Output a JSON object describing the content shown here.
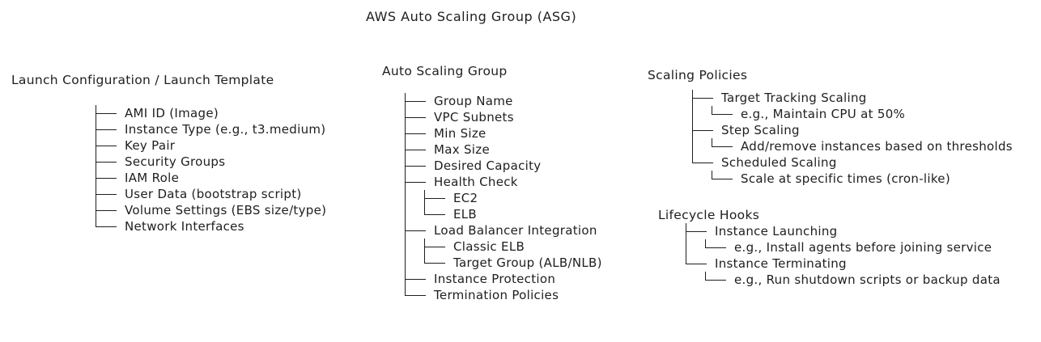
{
  "title": "AWS Auto Scaling Group (ASG)",
  "colors": {
    "ink": "#1e1e1e",
    "background": "#ffffff"
  },
  "columns": [
    {
      "heading": "Launch Configuration / Launch Template",
      "items": [
        {
          "label": "AMI ID (Image)"
        },
        {
          "label": "Instance Type (e.g., t3.medium)"
        },
        {
          "label": "Key Pair"
        },
        {
          "label": "Security Groups"
        },
        {
          "label": "IAM Role"
        },
        {
          "label": "User Data (bootstrap script)"
        },
        {
          "label": "Volume Settings (EBS size/type)"
        },
        {
          "label": "Network Interfaces"
        }
      ]
    },
    {
      "heading": "Auto Scaling Group",
      "items": [
        {
          "label": "Group Name"
        },
        {
          "label": "VPC Subnets"
        },
        {
          "label": "Min Size"
        },
        {
          "label": "Max Size"
        },
        {
          "label": "Desired Capacity"
        },
        {
          "label": "Health Check",
          "children": [
            {
              "label": "EC2"
            },
            {
              "label": "ELB"
            }
          ]
        },
        {
          "label": "Load Balancer Integration",
          "children": [
            {
              "label": "Classic ELB"
            },
            {
              "label": "Target Group (ALB/NLB)"
            }
          ]
        },
        {
          "label": "Instance Protection"
        },
        {
          "label": "Termination Policies"
        }
      ]
    },
    {
      "heading": "Scaling Policies",
      "items": [
        {
          "label": "Target Tracking Scaling",
          "children": [
            {
              "label": "e.g., Maintain CPU at 50%"
            }
          ]
        },
        {
          "label": "Step Scaling",
          "children": [
            {
              "label": "Add/remove instances based on thresholds"
            }
          ]
        },
        {
          "label": "Scheduled Scaling",
          "children": [
            {
              "label": "Scale at specific times (cron-like)"
            }
          ]
        }
      ]
    },
    {
      "heading": "Lifecycle Hooks",
      "items": [
        {
          "label": "Instance Launching",
          "children": [
            {
              "label": "e.g., Install agents before joining service"
            }
          ]
        },
        {
          "label": "Instance Terminating",
          "children": [
            {
              "label": "e.g., Run shutdown scripts or backup data"
            }
          ]
        }
      ]
    }
  ]
}
